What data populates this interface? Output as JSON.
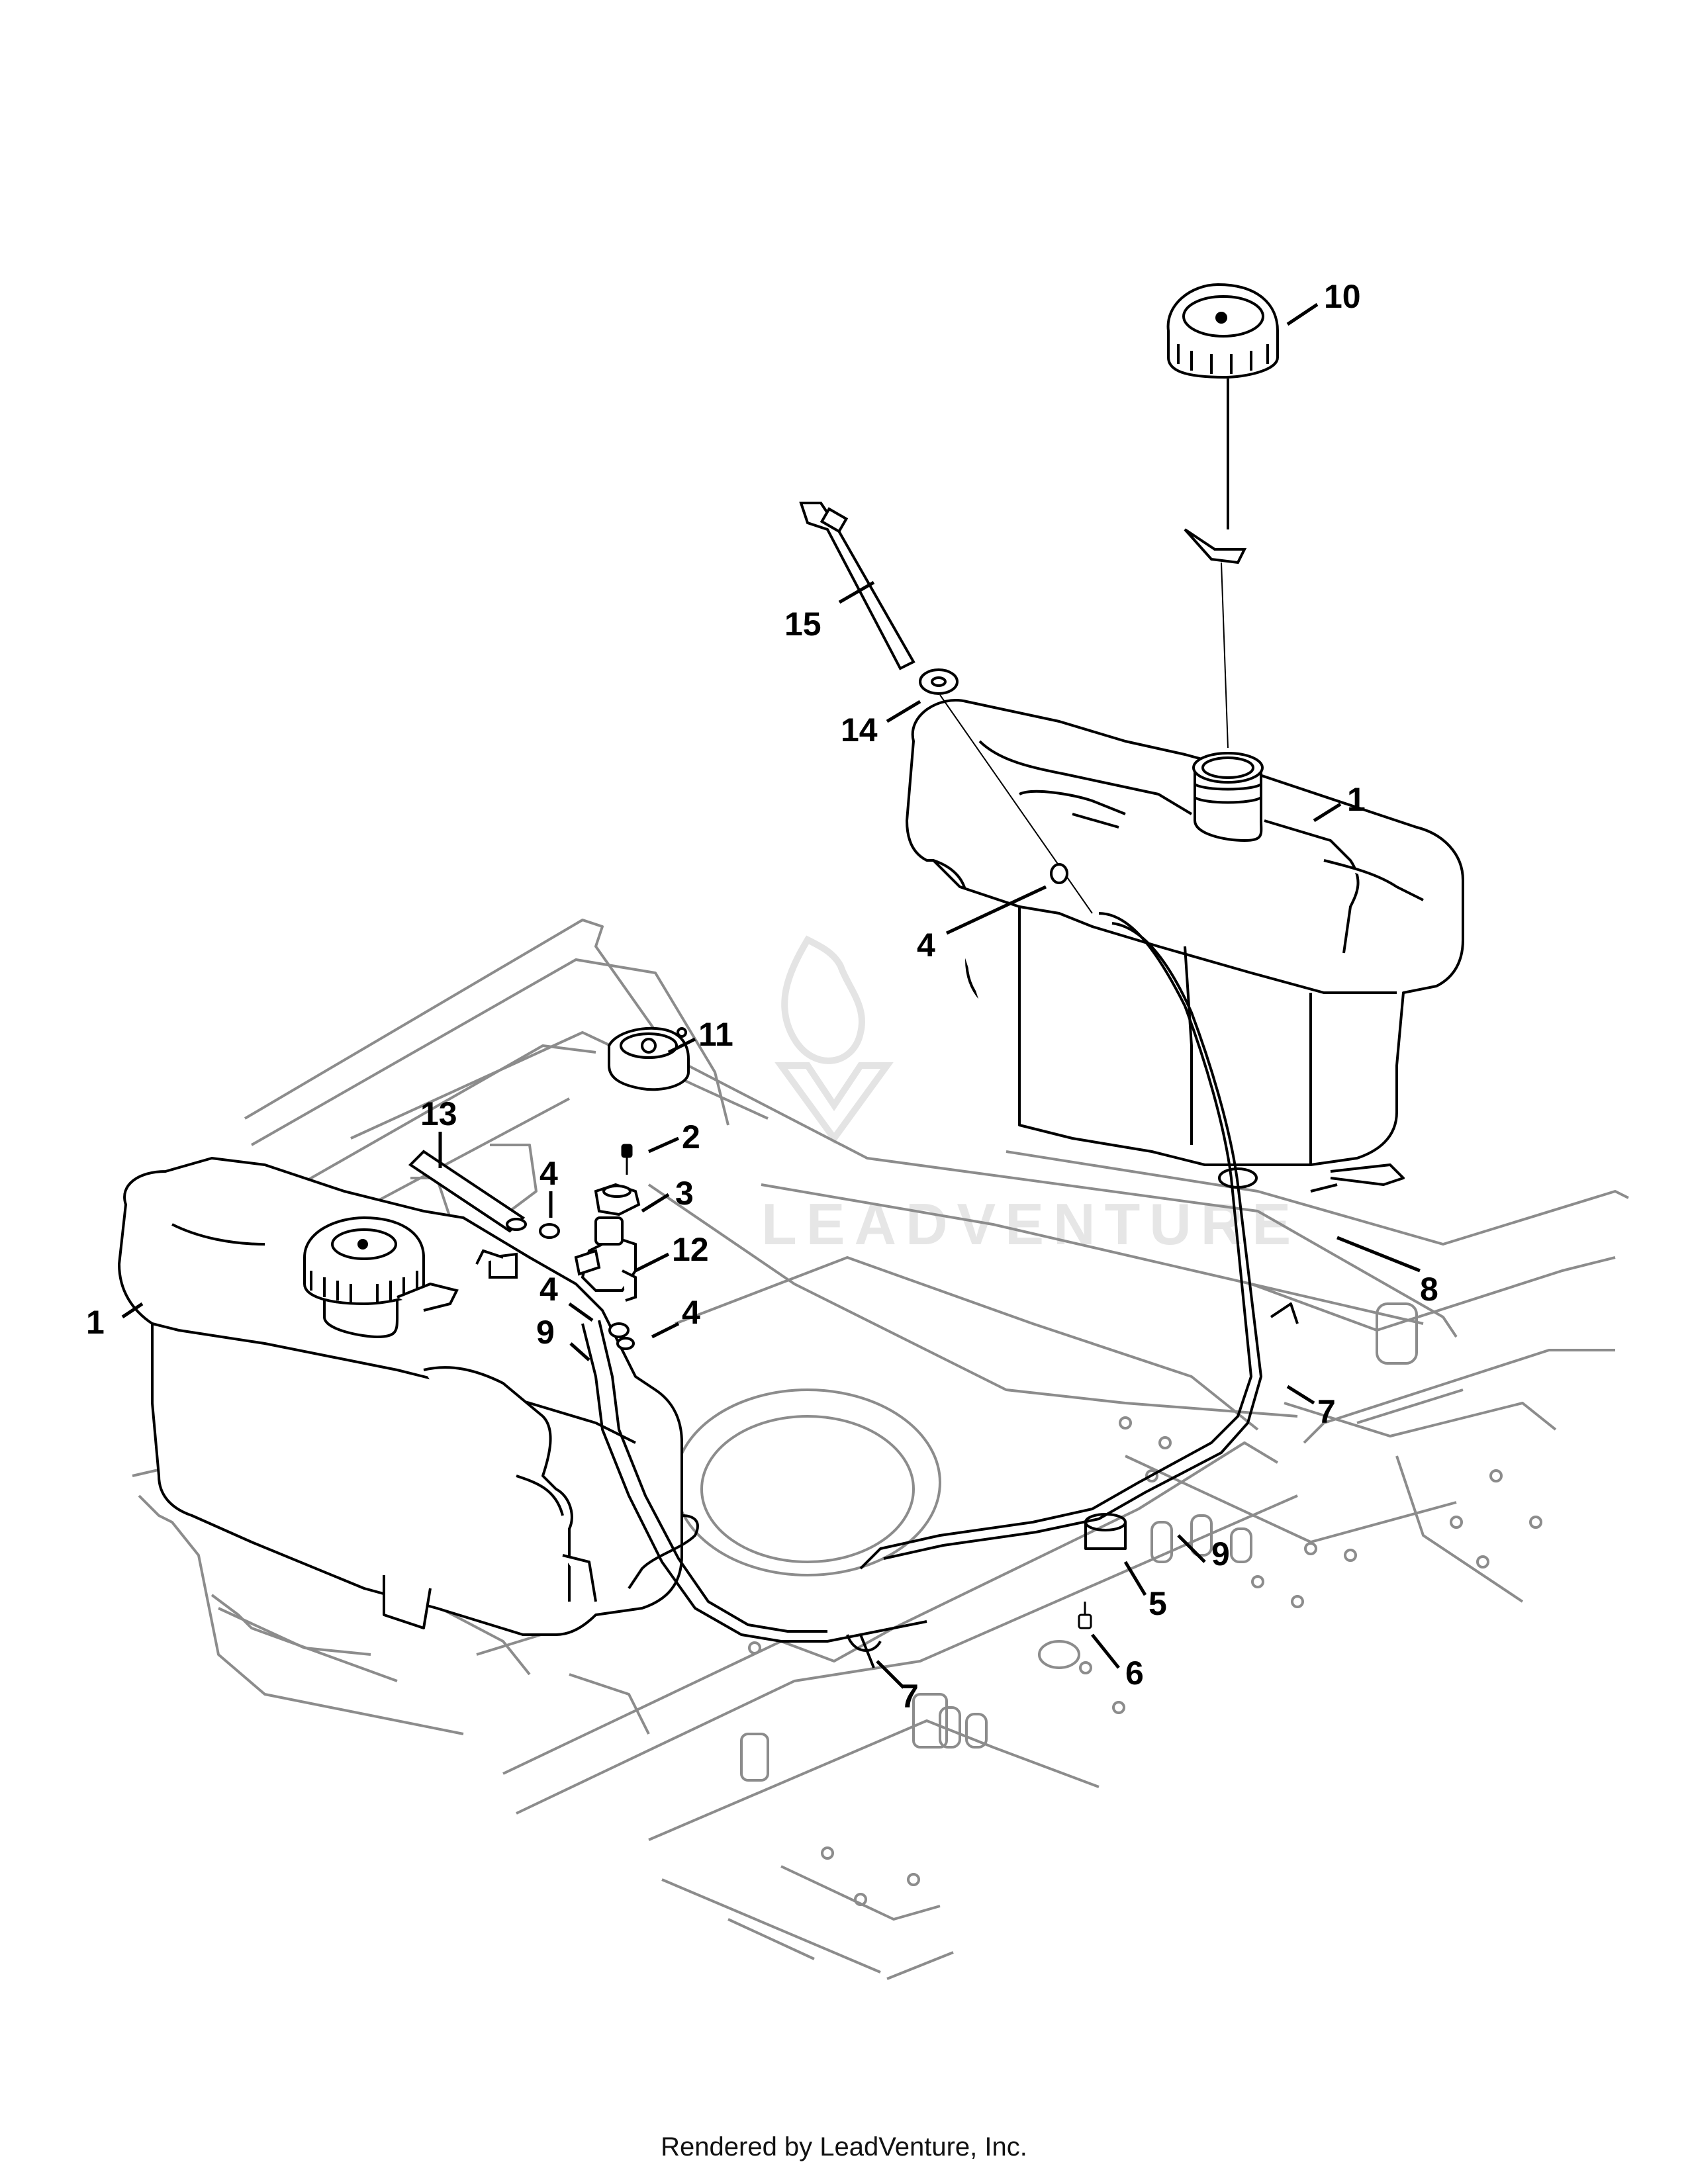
{
  "diagram": {
    "labels": [
      {
        "id": "lbl-10",
        "text": "10"
      },
      {
        "id": "lbl-15",
        "text": "15"
      },
      {
        "id": "lbl-14",
        "text": "14"
      },
      {
        "id": "lbl-1-right",
        "text": "1"
      },
      {
        "id": "lbl-4-right",
        "text": "4"
      },
      {
        "id": "lbl-11",
        "text": "11"
      },
      {
        "id": "lbl-2",
        "text": "2"
      },
      {
        "id": "lbl-13",
        "text": "13"
      },
      {
        "id": "lbl-4-a",
        "text": "4"
      },
      {
        "id": "lbl-3",
        "text": "3"
      },
      {
        "id": "lbl-12",
        "text": "12"
      },
      {
        "id": "lbl-1-left",
        "text": "1"
      },
      {
        "id": "lbl-4-b",
        "text": "4"
      },
      {
        "id": "lbl-4-c",
        "text": "4"
      },
      {
        "id": "lbl-9-left",
        "text": "9"
      },
      {
        "id": "lbl-8",
        "text": "8"
      },
      {
        "id": "lbl-7-right",
        "text": "7"
      },
      {
        "id": "lbl-9-right",
        "text": "9"
      },
      {
        "id": "lbl-5",
        "text": "5"
      },
      {
        "id": "lbl-6",
        "text": "6"
      },
      {
        "id": "lbl-7-left",
        "text": "7"
      }
    ],
    "watermark_text": "LEADVENTURE"
  },
  "footer": {
    "credit": "Rendered by LeadVenture, Inc."
  },
  "colors": {
    "line": "#000000",
    "frame_line": "#8a8a8a",
    "watermark": "#e2e2e2",
    "background": "#ffffff"
  }
}
